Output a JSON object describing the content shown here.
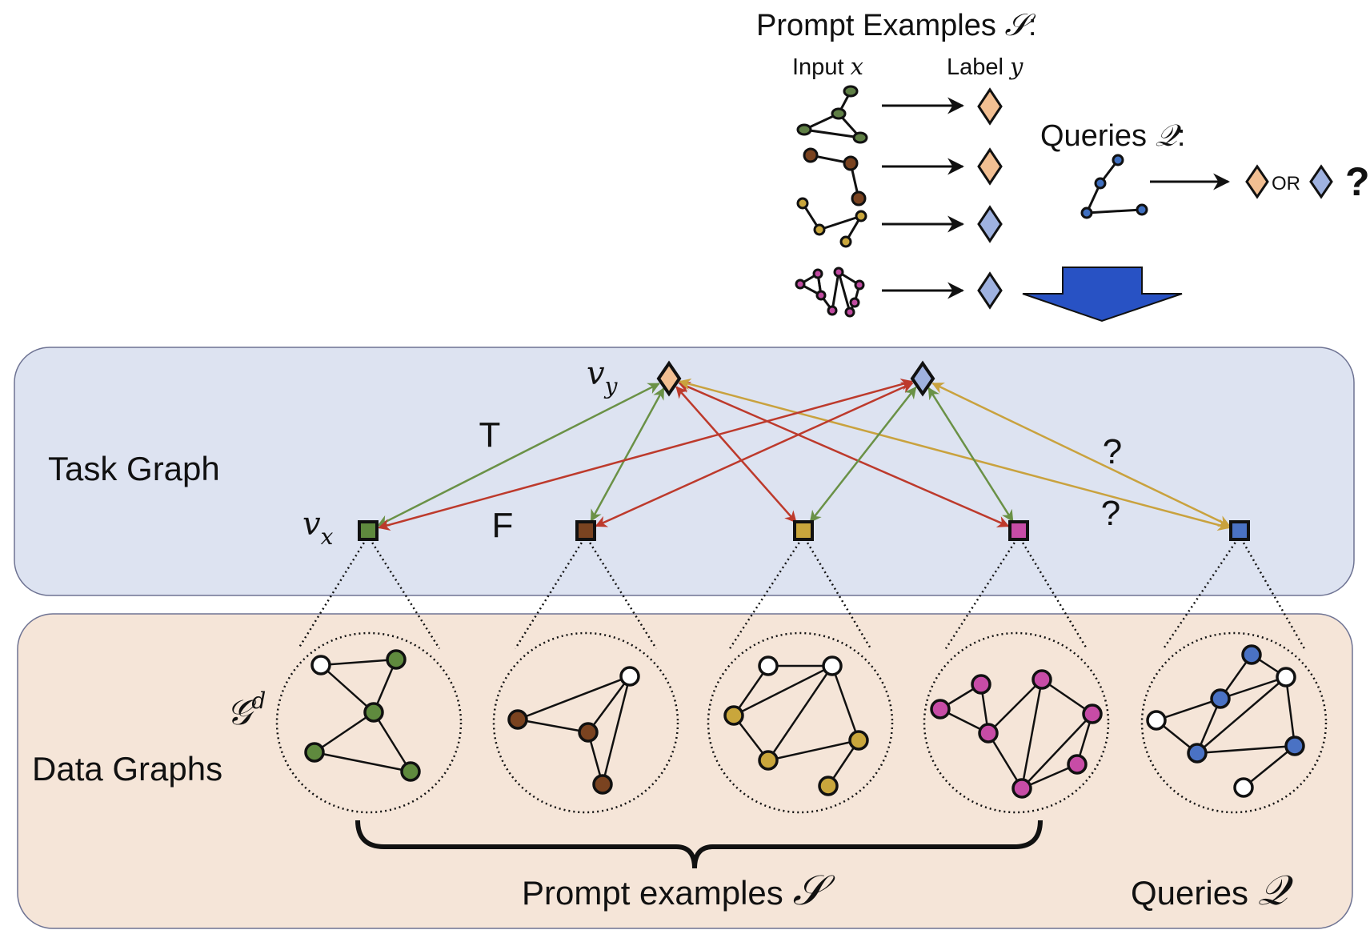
{
  "top": {
    "prompt_title": "Prompt Examples ",
    "prompt_symbol": "𝒮",
    "prompt_colon": ":",
    "input_label": "Input ",
    "input_var": "x",
    "label_label": "Label ",
    "label_var": "y",
    "queries_title": "Queries ",
    "queries_symbol": "𝒬",
    "queries_colon": ":",
    "or_text": "OR",
    "question_mark": "?",
    "examples": [
      {
        "color": "#5f7f45",
        "label": "orange"
      },
      {
        "color": "#7a4320",
        "label": "orange"
      },
      {
        "color": "#c9a63c",
        "label": "blue"
      },
      {
        "color": "#c04aa0",
        "label": "blue"
      }
    ],
    "query_color": "#3f6fc0"
  },
  "task_graph": {
    "title": "Task Graph",
    "vy_label": "v",
    "vy_sub": "y",
    "vx_label": "v",
    "vx_sub": "x",
    "edge_label_true": "T",
    "edge_label_false": "F",
    "edge_label_unknown": "?",
    "label_nodes": [
      {
        "id": "orange",
        "fill": "#f2bf92"
      },
      {
        "id": "blue",
        "fill": "#9fb2e0"
      }
    ],
    "input_nodes": [
      {
        "id": "green",
        "fill": "#5f8a3e"
      },
      {
        "id": "brown",
        "fill": "#7a4320"
      },
      {
        "id": "gold",
        "fill": "#c9a63c"
      },
      {
        "id": "pink",
        "fill": "#c74ca6"
      },
      {
        "id": "blue",
        "fill": "#4a72c4"
      }
    ],
    "edges": [
      {
        "from": "orange",
        "to": "green",
        "type": "true"
      },
      {
        "from": "orange",
        "to": "brown",
        "type": "true"
      },
      {
        "from": "orange",
        "to": "gold",
        "type": "false"
      },
      {
        "from": "orange",
        "to": "pink",
        "type": "false"
      },
      {
        "from": "orange",
        "to": "blue",
        "type": "unknown"
      },
      {
        "from": "blue",
        "to": "green",
        "type": "false"
      },
      {
        "from": "blue",
        "to": "brown",
        "type": "false"
      },
      {
        "from": "blue",
        "to": "gold",
        "type": "true"
      },
      {
        "from": "blue",
        "to": "pink",
        "type": "true"
      },
      {
        "from": "blue",
        "to": "blue",
        "type": "unknown"
      }
    ],
    "edge_colors": {
      "true": "#6a9146",
      "false": "#bd3a2c",
      "unknown": "#c9a23e"
    }
  },
  "data_graphs": {
    "title": "Data Graphs",
    "symbol": "𝒢",
    "symbol_sup": "d",
    "prompt_examples_label": "Prompt examples ",
    "prompt_examples_symbol": "𝒮",
    "queries_label": "Queries ",
    "queries_symbol": "𝒬",
    "graphs": [
      {
        "name": "green",
        "fill": "#5f8a3e"
      },
      {
        "name": "brown",
        "fill": "#7a4320"
      },
      {
        "name": "gold",
        "fill": "#c9a63c"
      },
      {
        "name": "pink",
        "fill": "#c74ca6"
      },
      {
        "name": "blue",
        "fill": "#4a72c4"
      }
    ]
  },
  "colors": {
    "task_graph_bg": "#dde3f1",
    "data_graph_bg": "#f5e5d8",
    "panel_border": "#6e7393",
    "big_arrow": "#2852c4",
    "label_true": "#5e8a3f",
    "label_false": "#b3322a",
    "label_unknown": "#c9a23e"
  }
}
